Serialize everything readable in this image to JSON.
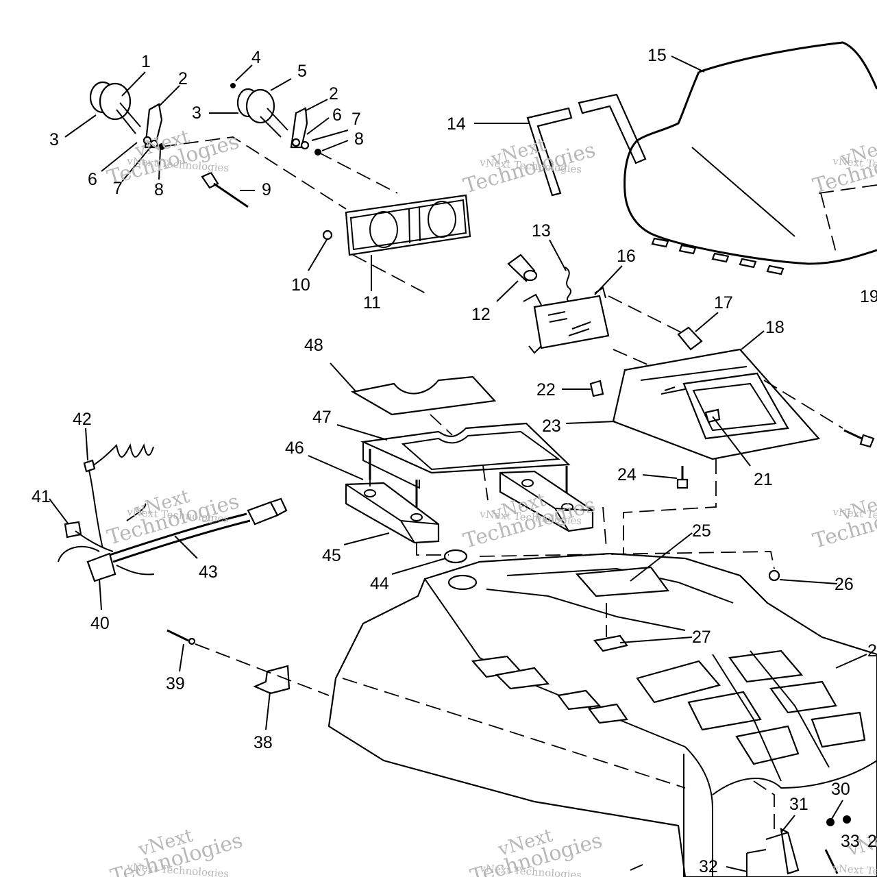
{
  "watermark": {
    "company": "vNext Technologies",
    "word1": "vNext",
    "word2": "Technologies"
  },
  "callouts": [
    "1",
    "2",
    "3",
    "4",
    "5",
    "6",
    "7",
    "8",
    "9",
    "10",
    "11",
    "12",
    "13",
    "14",
    "15",
    "16",
    "17",
    "18",
    "19",
    "21",
    "22",
    "23",
    "24",
    "25",
    "26",
    "27",
    "30",
    "31",
    "32",
    "33",
    "38",
    "39",
    "40",
    "41",
    "42",
    "43",
    "44",
    "45",
    "46",
    "47",
    "48"
  ]
}
